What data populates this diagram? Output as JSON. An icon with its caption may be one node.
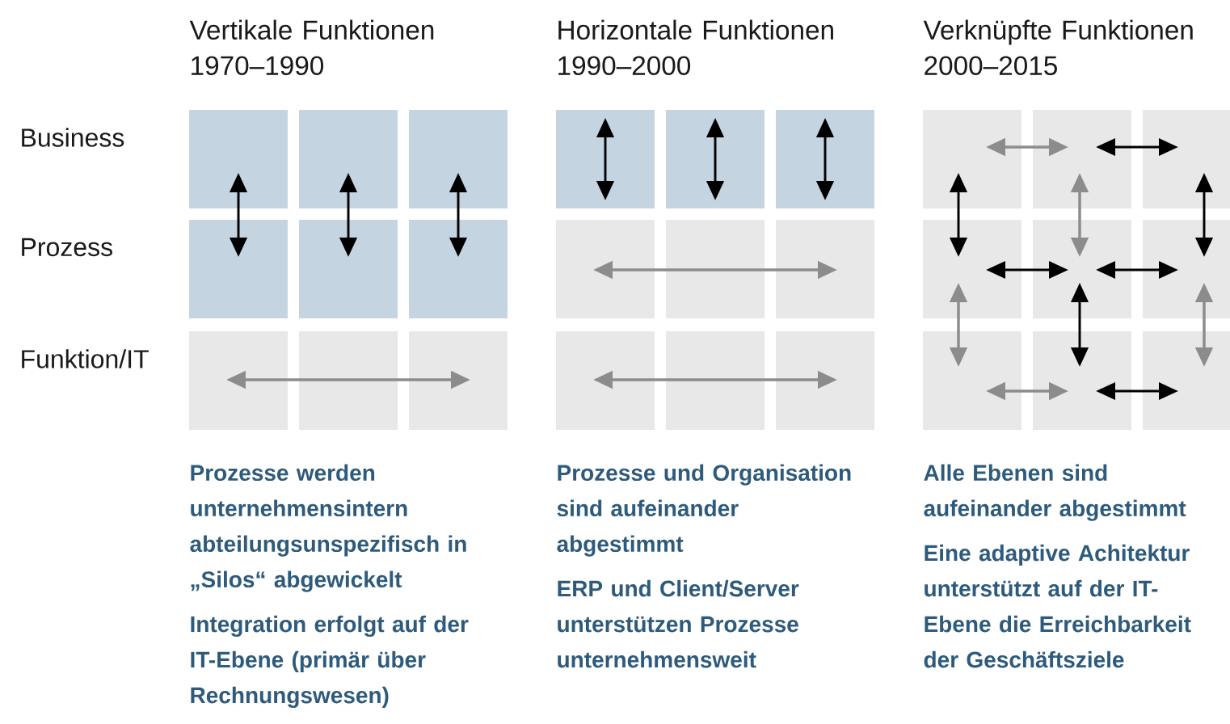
{
  "diagram": {
    "nodes": [
      {
        "text": [],
        "shape": "box"
      },
      {
        "text": [],
        "shape": "box"
      },
      {
        "text": [],
        "shape": "box"
      },
      {
        "text": [],
        "shape": "box"
      },
      {
        "text": [],
        "shape": "box"
      },
      {
        "text": [],
        "shape": "box"
      },
      {
        "text": [],
        "shape": "box"
      },
      {
        "text": [],
        "shape": "box"
      },
      {
        "text": [],
        "shape": "box"
      },
      {
        "text": [],
        "shape": "box"
      },
      {
        "text": [],
        "shape": "box"
      },
      {
        "text": [],
        "shape": "box"
      },
      {
        "text": [],
        "shape": "box"
      },
      {
        "text": [],
        "shape": "box"
      },
      {
        "text": [],
        "shape": "box"
      },
      {
        "text": [],
        "shape": "box"
      },
      {
        "text": [],
        "shape": "box"
      },
      {
        "text": [],
        "shape": "box"
      },
      {
        "text": [],
        "shape": "box"
      },
      {
        "text": [],
        "shape": "box"
      },
      {
        "text": [],
        "shape": "box"
      },
      {
        "text": [],
        "shape": "box"
      },
      {
        "text": [],
        "shape": "box"
      },
      {
        "text": [],
        "shape": "box"
      },
      {
        "text": [],
        "shape": "box"
      },
      {
        "text": [],
        "shape": "box"
      },
      {
        "text": [],
        "shape": "box"
      }
    ],
    "edges": [
      {
        "from": 0,
        "to": 3,
        "arrow": "both",
        "color": "#000000"
      },
      {
        "from": 1,
        "to": 4,
        "arrow": "both",
        "color": "#000000"
      },
      {
        "from": 2,
        "to": 5,
        "arrow": "both",
        "color": "#000000"
      },
      {
        "from": 7,
        "to": 6,
        "arrow": "to"
      },
      {
        "from": 7,
        "to": 8,
        "arrow": "to"
      },
      {
        "from": 13,
        "to": 12,
        "arrow": "to"
      },
      {
        "from": 13,
        "to": 14,
        "arrow": "to"
      },
      {
        "from": 16,
        "to": 15,
        "arrow": "to"
      },
      {
        "from": 16,
        "to": 17,
        "arrow": "to"
      },
      {
        "from": 18,
        "to": 19,
        "arrow": "both"
      },
      {
        "from": 19,
        "to": 20,
        "arrow": "both",
        "color": "#000000"
      },
      {
        "from": 18,
        "to": 21,
        "arrow": "both",
        "color": "#000000"
      },
      {
        "from": 19,
        "to": 22,
        "arrow": "both"
      },
      {
        "from": 20,
        "to": 23,
        "arrow": "both",
        "color": "#000000"
      },
      {
        "from": 21,
        "to": 22,
        "arrow": "both",
        "color": "#000000"
      },
      {
        "from": 22,
        "to": 23,
        "arrow": "both",
        "color": "#000000"
      },
      {
        "from": 21,
        "to": 24,
        "arrow": "both"
      },
      {
        "from": 22,
        "to": 25,
        "arrow": "both",
        "color": "#000000"
      },
      {
        "from": 23,
        "to": 26,
        "arrow": "both"
      },
      {
        "from": 24,
        "to": 25,
        "arrow": "both"
      },
      {
        "from": 25,
        "to": 26,
        "arrow": "both",
        "color": "#000000"
      }
    ],
    "labels": [
      "Vertikale Funktionen 1970–1990",
      "Horizontale Funktionen 1990–2000",
      "Verknüpfte Funktionen 2000–2015",
      "Business",
      "Prozess",
      "Funktion/IT",
      "Prozesse werden unternehmensintern abteilungsunspezifisch in „Silos“ abgewickelt",
      "Integration erfolgt auf der IT-Ebene (primär über Rechnungswesen)",
      "Prozesse und Organisation sind aufeinander abgestimmt",
      "ERP und Client/Server unterstützen Prozesse unternehmensweit",
      "Alle Ebenen sind aufeinander abgestimmt",
      "Eine adaptive Achitektur unterstützt auf der IT-Ebene die Erreichbarkeit der Geschäftsziele"
    ]
  }
}
